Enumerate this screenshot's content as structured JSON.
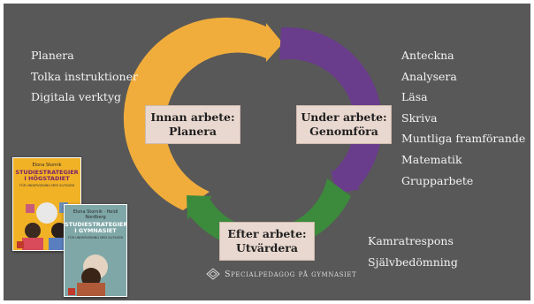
{
  "left_list": [
    "Planera",
    "Tolka instruktioner",
    "Digitala verktyg"
  ],
  "right_list": [
    "Anteckna",
    "Analysera",
    "Läsa",
    "Skriva",
    "Muntliga framförande",
    "Matematik",
    "Grupparbete"
  ],
  "bottom_list": [
    "Kamratrespons",
    "Självbedömning"
  ],
  "cycle": {
    "before": {
      "line1": "Innan arbete:",
      "line2": "Planera",
      "color": "#f0ad3c"
    },
    "during": {
      "line1": "Under arbete:",
      "line2": "Genomföra",
      "color": "#6a3c8c"
    },
    "after": {
      "line1": "Efter arbete:",
      "line2": "Utvärdera",
      "color": "#3c8a3c"
    }
  },
  "brand": {
    "text": "Specialpedagog på gymnasiet",
    "icon": "diamond-logo-icon"
  },
  "books": [
    {
      "author": "Elona Stornik",
      "title_line1": "STUDIESTRATEGIER",
      "title_line2": "I HÖGSTADIET",
      "subtitle": "FÖR UNDERVISNING MED SLITAGEN"
    },
    {
      "author": "Elona Stornik · Heidi Nordberg",
      "title_line1": "STUDIESTRATEGIER",
      "title_line2": "I GYMNASIET",
      "subtitle": "FÖR UNDERVISNING MED SLITAGEN"
    }
  ],
  "colors": {
    "background": "#585858",
    "box": "#e9d8cf",
    "text": "#f2f2f2"
  }
}
